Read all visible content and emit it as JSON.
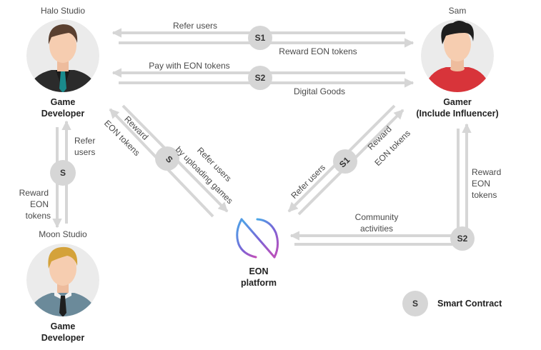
{
  "colors": {
    "arrow": "#d6d6d6",
    "badge": "#d6d6d6",
    "avatar_bg": "#ebebeb",
    "skin": "#f6cdb0",
    "text": "#4a4a4a",
    "text_bold": "#222222",
    "logo_gradient_start": "#4aa8e8",
    "logo_gradient_end": "#c24fb8"
  },
  "actors": {
    "halo": {
      "name": "Halo Studio",
      "role_line1": "Game",
      "role_line2": "Developer",
      "icon": "male-developer-avatar"
    },
    "sam": {
      "name": "Sam",
      "role_line1": "Gamer",
      "role_line2": "(Include Influencer)",
      "icon": "gamer-avatar"
    },
    "moon": {
      "name": "Moon Studio",
      "role_line1": "Game",
      "role_line2": "Developer",
      "icon": "developer-avatar"
    },
    "eon": {
      "name_line1": "EON",
      "name_line2": "platform",
      "icon": "eon-logo"
    }
  },
  "flows": {
    "halo_sam_s1": {
      "badge": "S1",
      "left_label": "Refer users",
      "right_label": "Reward EON tokens"
    },
    "halo_sam_s2": {
      "badge": "S2",
      "left_label": "Pay with EON tokens",
      "right_label": "Digital Goods"
    },
    "halo_moon": {
      "badge": "S",
      "up_label_1": "Refer",
      "up_label_2": "users",
      "down_label_1": "Reward",
      "down_label_2": "EON",
      "down_label_3": "tokens"
    },
    "halo_eon": {
      "badge": "S",
      "up_label_1": "Reward",
      "up_label_2": "EON tokens",
      "down_label_1": "Refer users",
      "down_label_2": "by uploading games"
    },
    "sam_eon_s1": {
      "badge": "S1",
      "down_label": "Refer users",
      "up_label_1": "Reward",
      "up_label_2": "EON tokens"
    },
    "sam_eon_s2": {
      "badge": "S2",
      "left_label_1": "Community",
      "left_label_2": "activities",
      "up_label_1": "Reward",
      "up_label_2": "EON",
      "up_label_3": "tokens"
    }
  },
  "legend": {
    "badge": "S",
    "label": "Smart Contract"
  }
}
